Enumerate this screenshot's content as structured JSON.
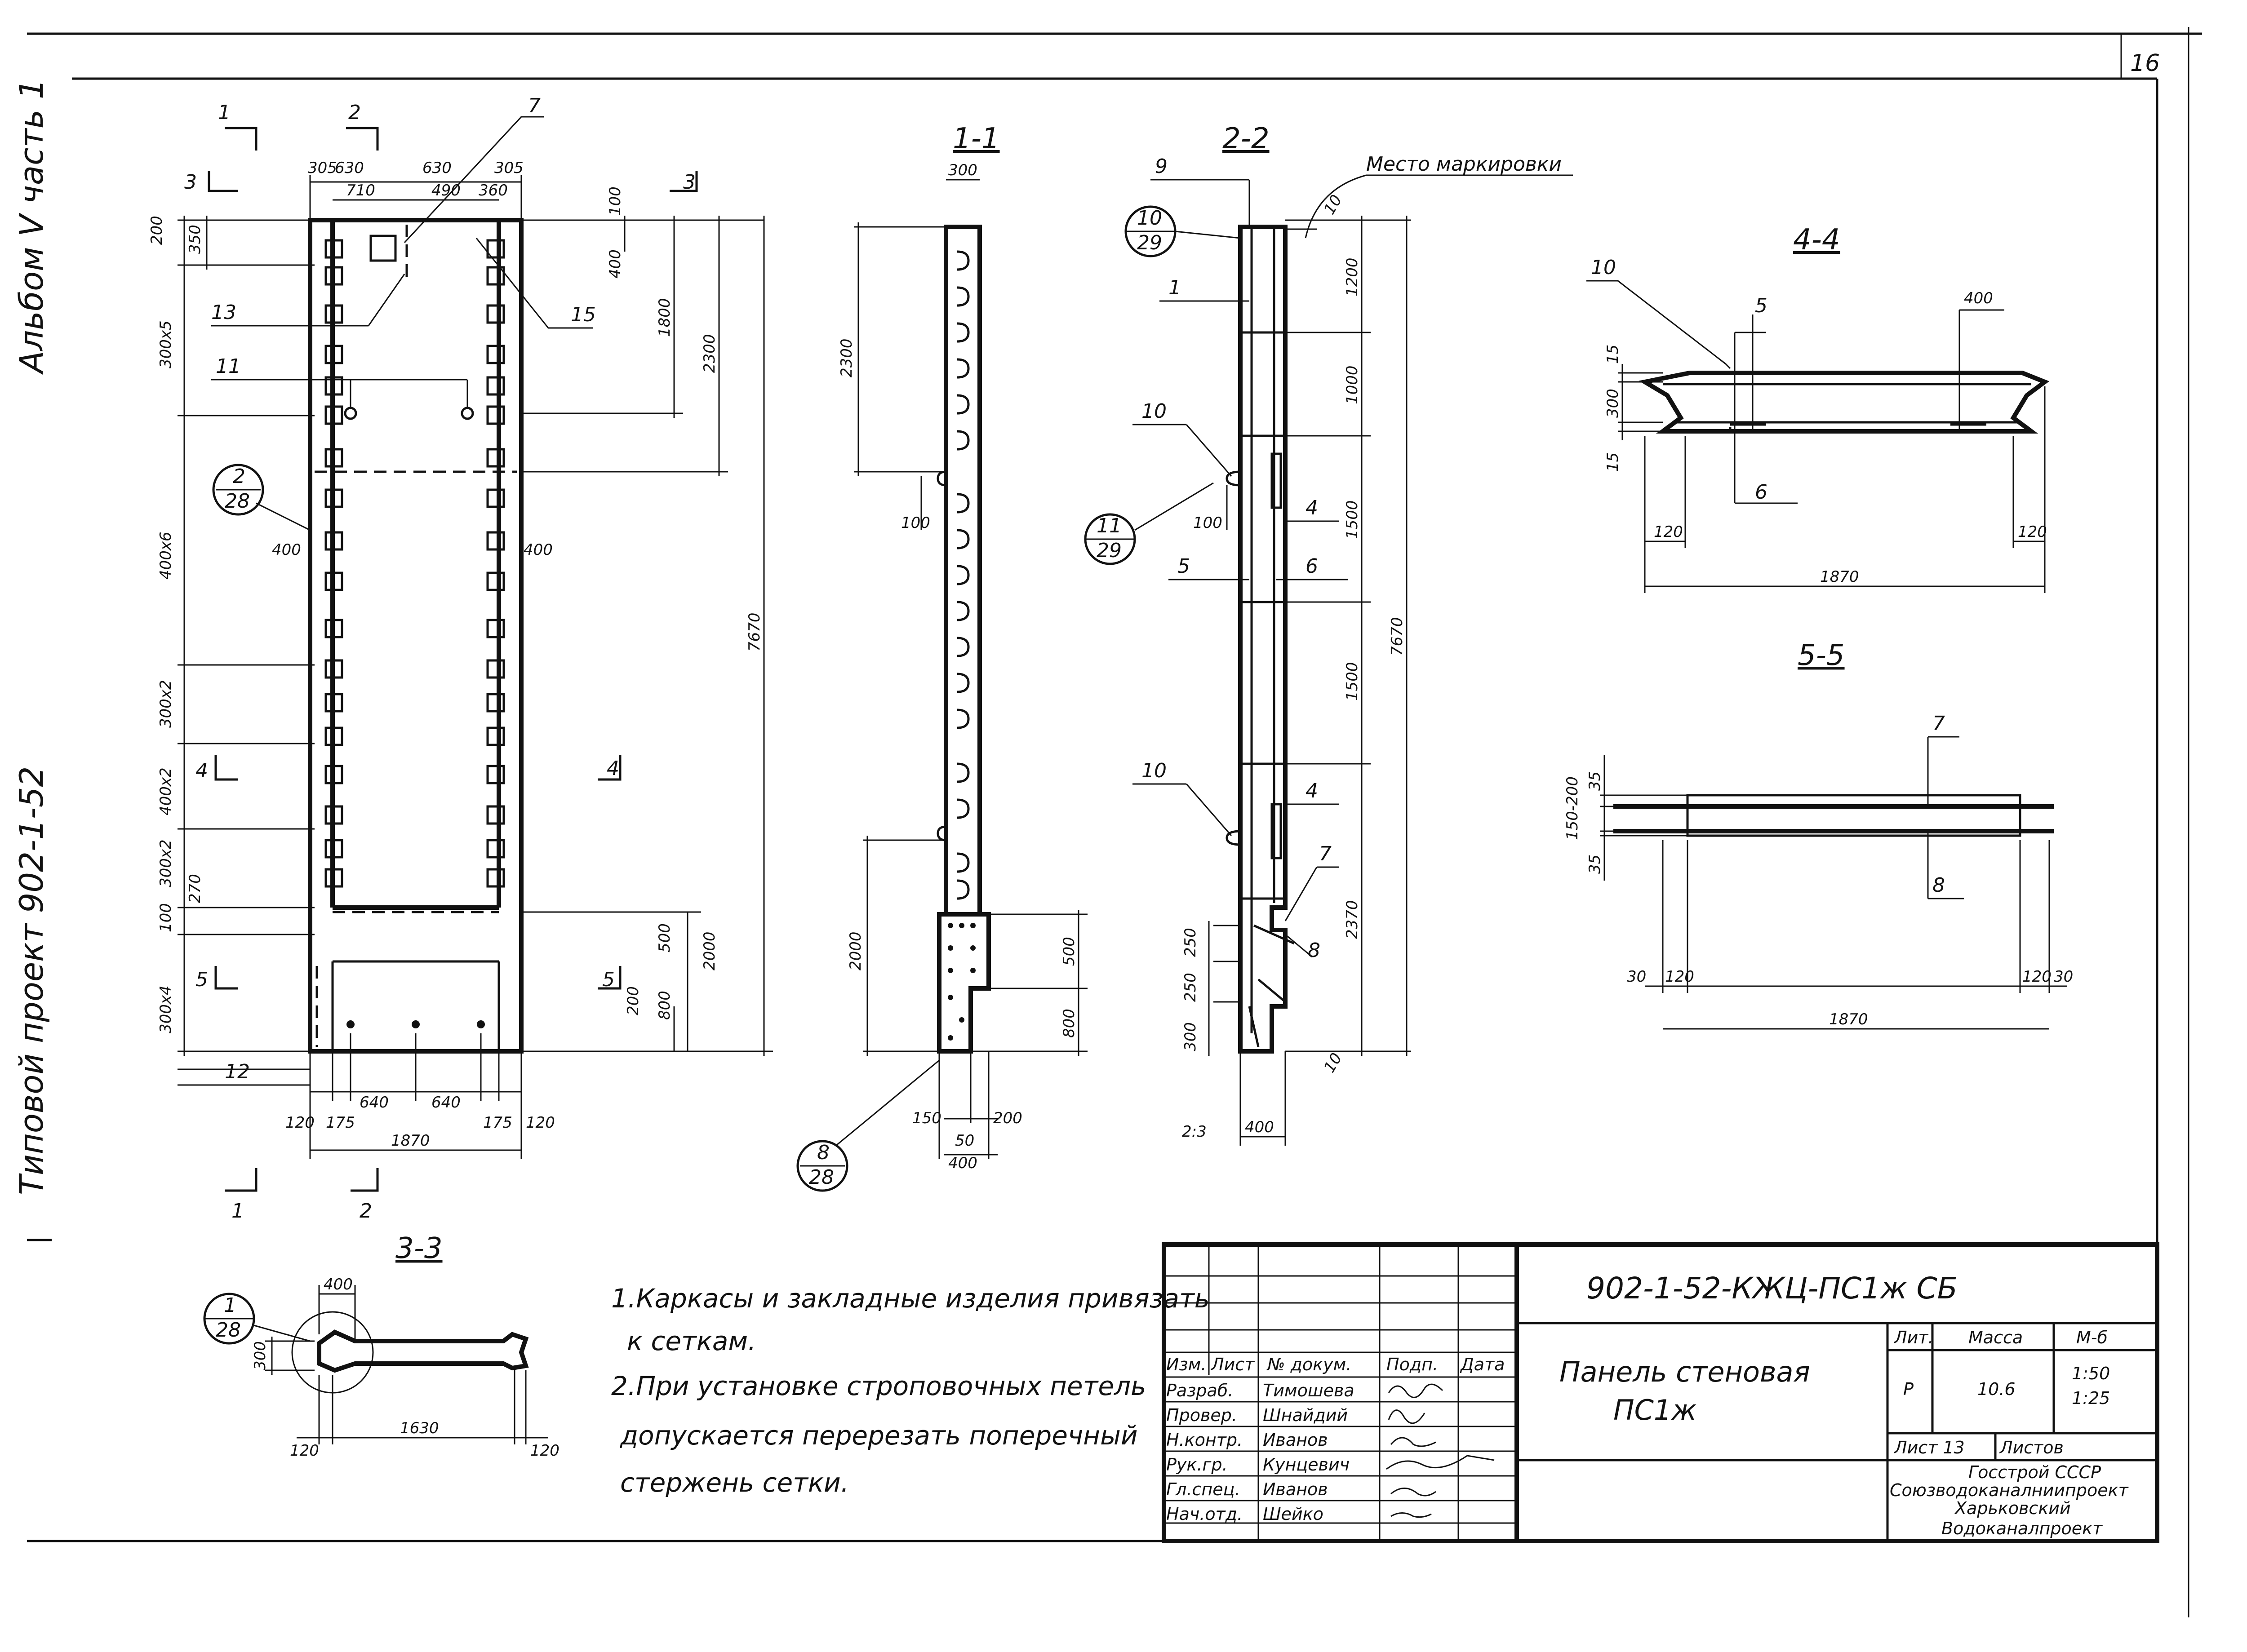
{
  "sheet_corner_number": "16",
  "album_label": "Альбом V часть 1",
  "project_label": "Типовой проект 902-1-52",
  "marking_label": "Место маркировки",
  "sections": {
    "s11": "1-1",
    "s22": "2-2",
    "s33": "3-3",
    "s44": "4-4",
    "s55": "5-5"
  },
  "cut_marks": {
    "c1": "1",
    "c2": "2",
    "c3": "3",
    "c4": "4",
    "c5": "5"
  },
  "callouts": {
    "c2_28": {
      "num": "2",
      "den": "28"
    },
    "c8_28": {
      "num": "8",
      "den": "28"
    },
    "c10_29": {
      "num": "10",
      "den": "29"
    },
    "c11_29": {
      "num": "11",
      "den": "29"
    },
    "c1_28": {
      "num": "1",
      "den": "28"
    }
  },
  "positions": {
    "p1": "1",
    "p4a": "4",
    "p4b": "4",
    "p5": "5",
    "p6": "6",
    "p7": "7",
    "p7b": "7",
    "p8": "8",
    "p9": "9",
    "p10a": "10",
    "p10b": "10",
    "p10c": "10",
    "p11": "11",
    "p12": "12",
    "p13": "13",
    "p15": "15",
    "p5s": "5",
    "p6s": "6",
    "p7s": "7",
    "p8s": "8"
  },
  "dims_front": {
    "top1": "305",
    "top2": "630",
    "top3": "630",
    "top4": "305",
    "top5": "710",
    "top6": "490",
    "top7": "360",
    "l200": "200",
    "l350": "350",
    "l300x5": "300х5",
    "l400x6": "400х6",
    "l300x2a": "300х2",
    "l400x2": "400х2",
    "l300x2b": "300х2",
    "l270": "270",
    "l100": "100",
    "l300x4": "300х4",
    "w400l": "400",
    "w400r": "400",
    "r100": "100",
    "r400": "400",
    "r1800": "1800",
    "r2300": "2300",
    "r7670": "7670",
    "r500": "500",
    "r2000": "2000",
    "r200": "200",
    "r800": "800",
    "b120l": "120",
    "b175l": "175",
    "b640a": "640",
    "b640b": "640",
    "b175r": "175",
    "b120r": "120",
    "b1870": "1870"
  },
  "dims_11": {
    "w300": "300",
    "h2300": "2300",
    "h100": "100",
    "h2000": "2000",
    "r500": "500",
    "r800": "800",
    "b150": "150",
    "b200": "200",
    "b50": "50",
    "b400": "400"
  },
  "dims_22": {
    "d10a": "10",
    "d1200": "1200",
    "d1000": "1000",
    "d100": "100",
    "d1500a": "1500",
    "d1500b": "1500",
    "d7670": "7670",
    "d2370": "2370",
    "d250a": "250",
    "d250b": "250",
    "d300": "300",
    "d10b": "10",
    "slope": "2:3",
    "d400": "400"
  },
  "dims_44": {
    "d400": "400",
    "d15a": "15",
    "d300": "300",
    "d15b": "15",
    "d120l": "120",
    "d120r": "120",
    "d1870": "1870"
  },
  "dims_55": {
    "d35a": "35",
    "d150": "150-200",
    "d35b": "35",
    "d30l": "30",
    "d120l": "120",
    "d120r": "120",
    "d30r": "30",
    "d1870": "1870"
  },
  "dims_33": {
    "d400": "400",
    "d300": "300",
    "d120l": "120",
    "d1630": "1630",
    "d120r": "120"
  },
  "notes": [
    "1.Каркасы и закладные изделия привязать",
    "к сеткам.",
    "2.При установке строповочных петель",
    "допускается перерезать поперечный",
    "стержень сетки."
  ],
  "title_block": {
    "code": "902-1-52-КЖЦ-ПС1ж СБ",
    "headers": [
      "Изм.",
      "Лист",
      "№ докум.",
      "Подп.",
      "Дата"
    ],
    "rows": [
      {
        "role": "Разраб.",
        "name": "Тимошева"
      },
      {
        "role": "Провер.",
        "name": "Шнайдий"
      },
      {
        "role": "Н.контр.",
        "name": "Иванов"
      },
      {
        "role": "Рук.гр.",
        "name": "Кунцевич"
      },
      {
        "role": "Гл.спец.",
        "name": "Иванов"
      },
      {
        "role": "Нач.отд.",
        "name": "Шейко"
      }
    ],
    "name_line1": "Панель стеновая",
    "name_line2": "ПС1ж",
    "lit_header": "Лит.",
    "mass_header": "Масса",
    "scale_header": "М-б",
    "lit_value": "Р",
    "mass_value": "10.6",
    "scale1": "1:50",
    "scale2": "1:25",
    "sheet_label": "Лист 13",
    "sheets_label": "Листов",
    "org1": "Госстрой СССР",
    "org2": "Союзводоканалниипроект",
    "org3": "Харьковский",
    "org4": "Водоканалпроект"
  }
}
